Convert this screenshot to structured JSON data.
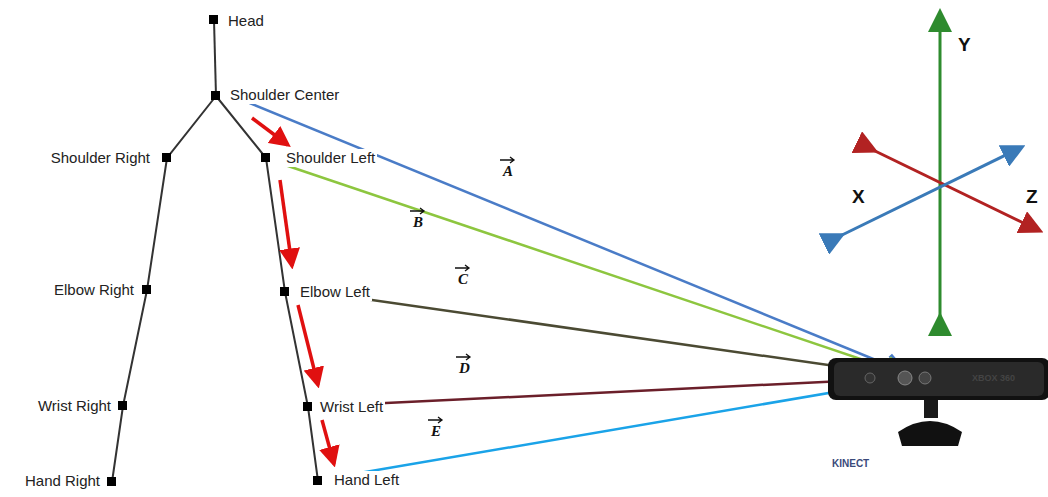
{
  "diagram": {
    "labels": [
      "Head",
      "Shoulder Center",
      "Shoulder Right",
      "Shoulder Left",
      "Elbow Right",
      "Elbow Left",
      "Wrist Right",
      "Wrist Left",
      "Hand Right",
      "Hand Left",
      "A",
      "B",
      "C",
      "D",
      "E",
      "Y",
      "X",
      "Z",
      "XBOX 360",
      "KINECT"
    ]
  }
}
